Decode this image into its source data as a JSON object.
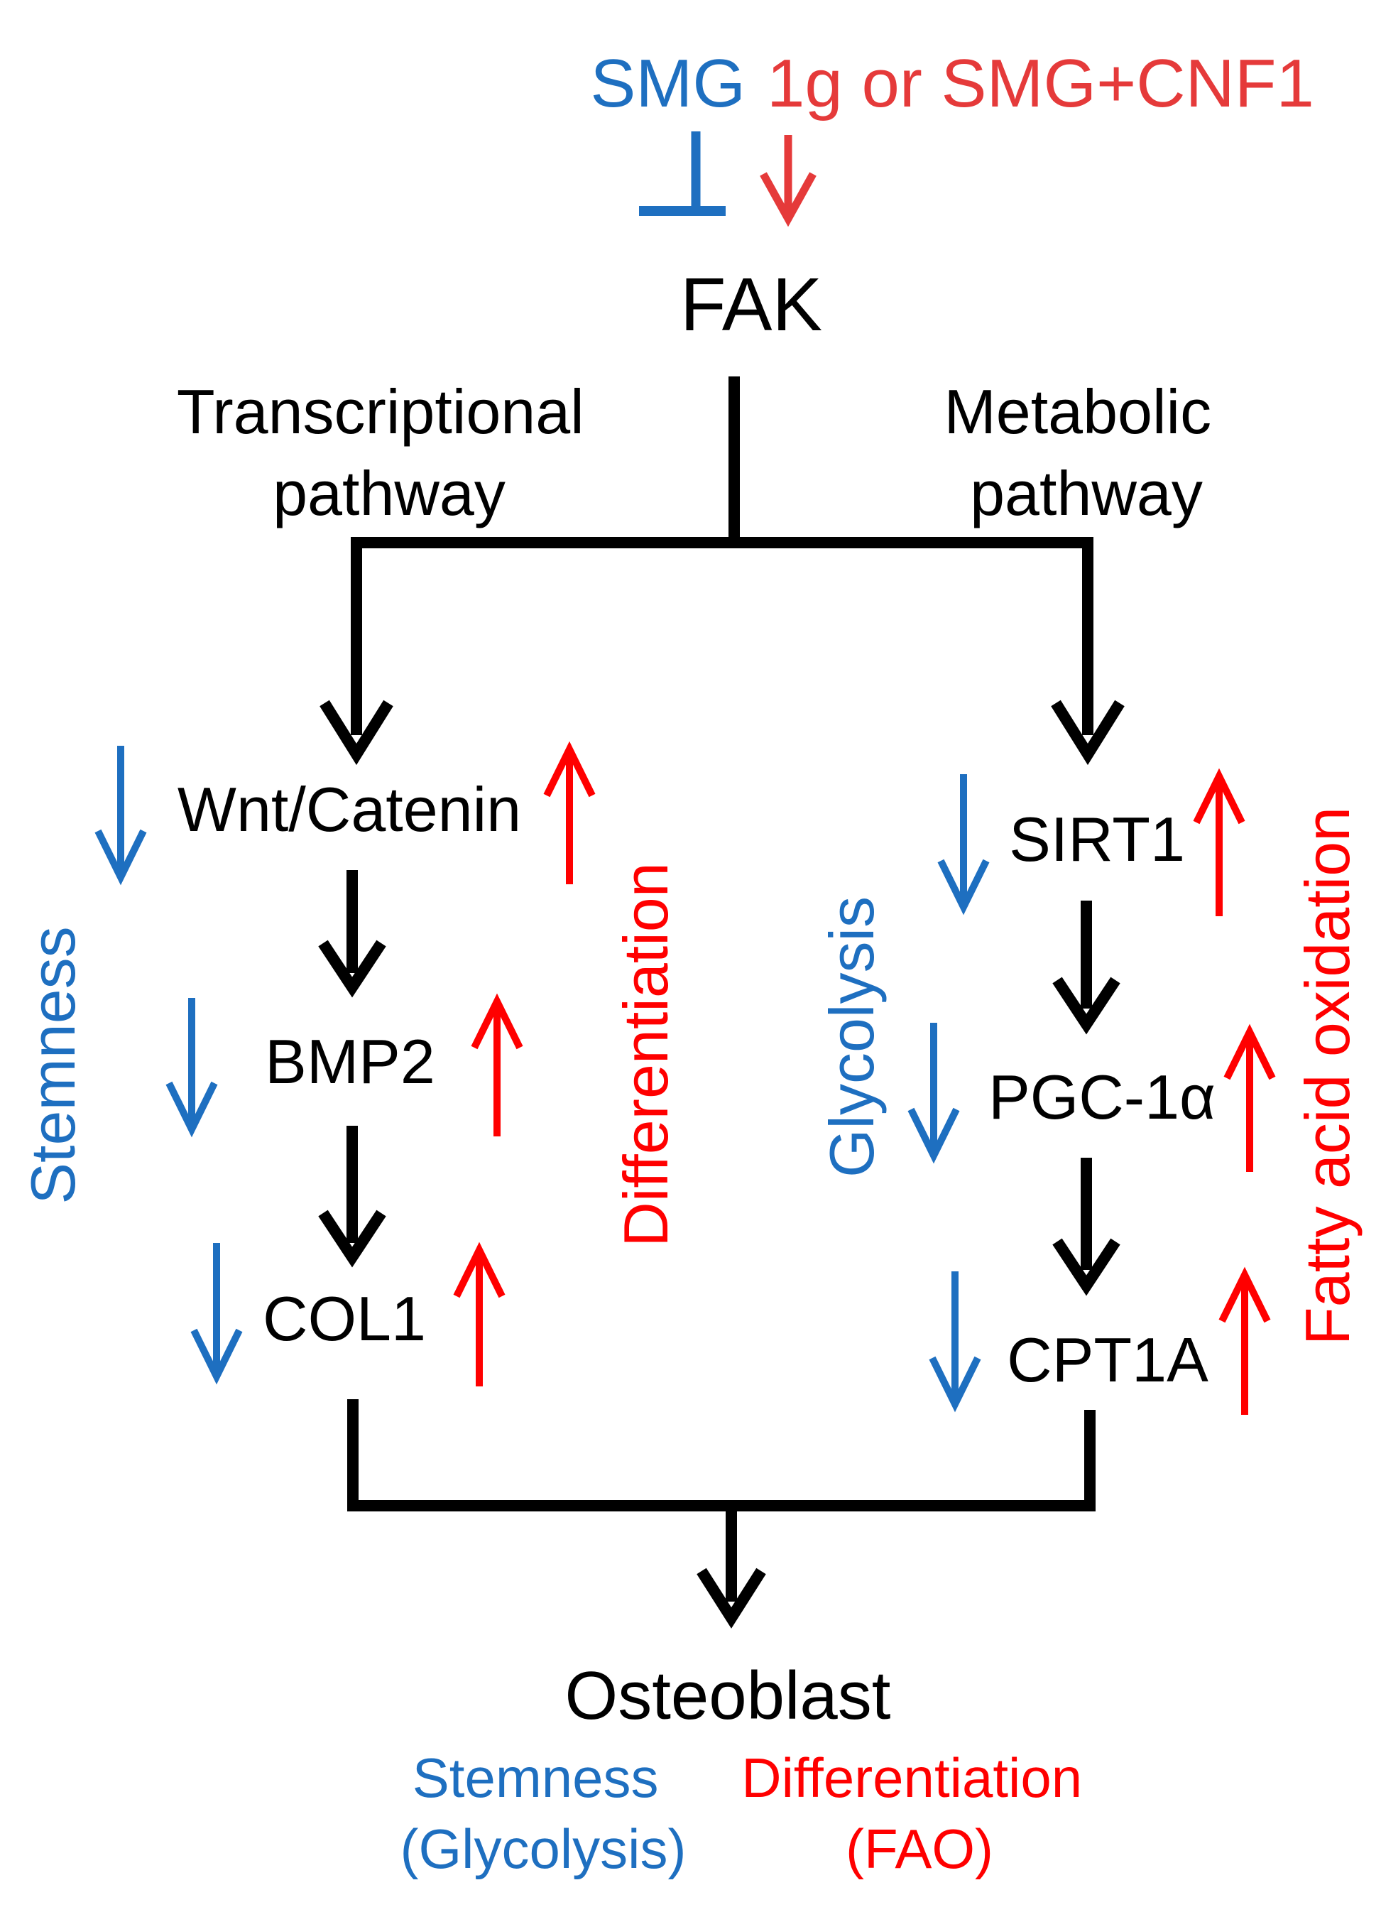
{
  "colors": {
    "black": "#000000",
    "blue": "#1e6fc0",
    "red_top": "#e53a3a",
    "red": "#ff0000"
  },
  "top": {
    "smg": "SMG",
    "treatment": "1g or SMG+CNF1",
    "fak": "FAK",
    "inhibit_symbol": "inhibition-bar",
    "activate_symbol": "down-arrow"
  },
  "pathways": {
    "transcriptional_line1": "Transcriptional",
    "transcriptional_line2": "pathway",
    "metabolic_line1": "Metabolic",
    "metabolic_line2": "pathway"
  },
  "left_chain": {
    "nodes": [
      "Wnt/Catenin",
      "BMP2",
      "COL1"
    ],
    "side_label_left": "Stemness",
    "side_label_right": "Differentiation"
  },
  "right_chain": {
    "nodes": [
      "SIRT1",
      "PGC-1α",
      "CPT1A"
    ],
    "side_label_left": "Glycolysis",
    "side_label_right": "Fatty acid oxidation"
  },
  "bottom": {
    "target": "Osteoblast",
    "blue_line1": "Stemness",
    "blue_line2": "(Glycolysis)",
    "red_line1": "Differentiation",
    "red_line2": "(FAO)"
  }
}
